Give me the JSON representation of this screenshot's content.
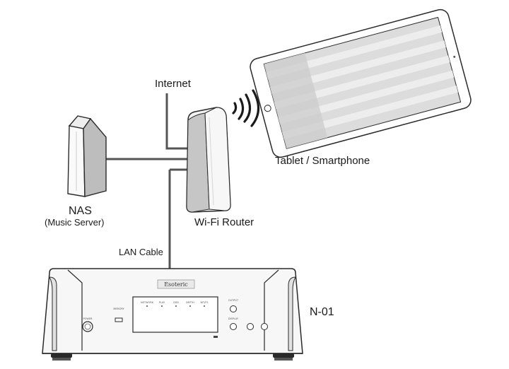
{
  "labels": {
    "internet": "Internet",
    "tablet": "Tablet / Smartphone",
    "nas": "NAS",
    "nas_sub": "(Music Server)",
    "router": "Wi-Fi Router",
    "lan_cable": "LAN Cable",
    "player_model": "N-01"
  },
  "device_panel": {
    "brand": "Esoteric",
    "power": "POWER",
    "usb": "MEMORY",
    "indicators": [
      "NETWORK",
      "PLAY",
      "DSD",
      "DEPTH",
      "BIT/FS"
    ],
    "output": "OUTPUT",
    "display": "DISPLAY"
  },
  "colors": {
    "line": "#555555",
    "outline": "#2a2a2a",
    "device_fill": "#f4f4f4",
    "tablet_screen": "#d9d9d9",
    "nas_shade": "#b5b5b5"
  }
}
